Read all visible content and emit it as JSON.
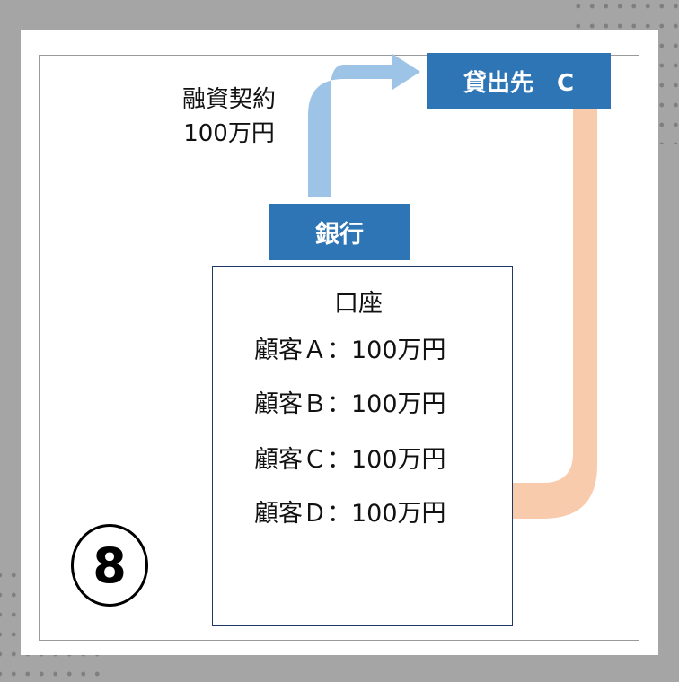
{
  "colors": {
    "background": "#a5a5a5",
    "box_blue": "#2e75b6",
    "arrow_blue": "#9dc3e6",
    "arrow_orange": "#f8cbad",
    "account_border": "#1f3864"
  },
  "loan_label": {
    "line1": "融資契約",
    "line2": "100万円"
  },
  "borrower": "貸出先　C",
  "bank": "銀行",
  "account": {
    "title": "口座",
    "rows": [
      {
        "customer": "顧客Ａ",
        "amount": "：100万円"
      },
      {
        "customer": "顧客Ｂ",
        "amount": "：100万円"
      },
      {
        "customer": "顧客Ｃ",
        "amount": "：100万円"
      },
      {
        "customer": "顧客Ｄ",
        "amount": "：100万円"
      }
    ]
  },
  "step_number": "8"
}
